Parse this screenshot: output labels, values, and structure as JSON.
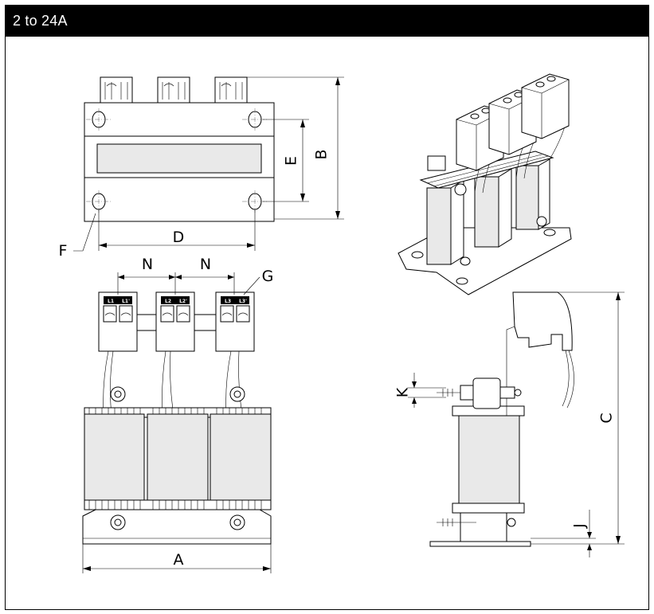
{
  "header": {
    "title": "2 to 24A"
  },
  "dimensions": {
    "A": "A",
    "B": "B",
    "C": "C",
    "D": "D",
    "E": "E",
    "F": "F",
    "G": "G",
    "J": "J",
    "K": "K",
    "N1": "N",
    "N2": "N"
  },
  "terminals": [
    "L1",
    "L1'",
    "L2",
    "L2'",
    "L3",
    "L3'"
  ]
}
